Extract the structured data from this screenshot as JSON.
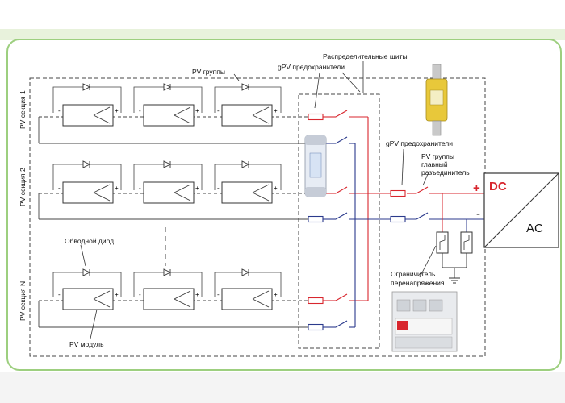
{
  "labels": {
    "pv_groups": "PV группы",
    "gpv_fuses_top": "gPV предохранители",
    "distribution_boards": "Распределительные щиты",
    "gpv_fuses_right": "gPV предохранители",
    "pv_groups_main_1": "PV группы",
    "pv_groups_main_2": "главный",
    "pv_groups_main_3": "разъединитель",
    "section_1": "PV секция 1",
    "section_2": "PV секция 2",
    "section_n": "PV секция N",
    "bypass_diode": "Обводной диод",
    "pv_module": "PV модуль",
    "surge_1": "Ограничитель",
    "surge_2": "перенапряжения",
    "dc": "DC",
    "ac": "AC",
    "plus": "+",
    "minus": "-"
  },
  "colors": {
    "positive_line": "#d8262e",
    "negative_line": "#2b3a8c",
    "frame_border": "#9dcf7f",
    "fuse_yellow": "#e8c83a"
  }
}
